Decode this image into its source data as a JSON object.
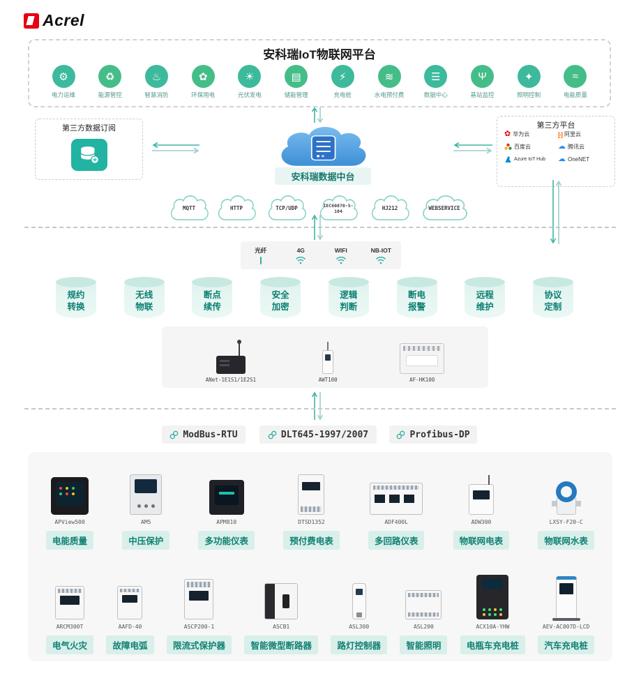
{
  "logo": {
    "brand": "Acrel"
  },
  "platform": {
    "title": "安科瑞IoT物联网平台",
    "apps": [
      {
        "label": "电力运维",
        "glyph": "⚙"
      },
      {
        "label": "能源管控",
        "glyph": "♻"
      },
      {
        "label": "智慧消防",
        "glyph": "♨"
      },
      {
        "label": "环保用电",
        "glyph": "✿"
      },
      {
        "label": "光伏发电",
        "glyph": "☀"
      },
      {
        "label": "储能管理",
        "glyph": "▤"
      },
      {
        "label": "充电桩",
        "glyph": "⚡"
      },
      {
        "label": "水电预付费",
        "glyph": "≋"
      },
      {
        "label": "数据中心",
        "glyph": "☰"
      },
      {
        "label": "基站监控",
        "glyph": "Ψ"
      },
      {
        "label": "照明控制",
        "glyph": "✦"
      },
      {
        "label": "电能质量",
        "glyph": "≈"
      }
    ]
  },
  "dataHub": {
    "leftBoxTitle": "第三方数据订阅",
    "centerLabel": "安科瑞数据中台",
    "rightBoxTitle": "第三方平台",
    "providers": [
      {
        "name": "华为云",
        "glyph": "✿"
      },
      {
        "name": "阿里云",
        "glyph": "[-]"
      },
      {
        "name": "百度云",
        "glyph": ""
      },
      {
        "name": "腾讯云",
        "glyph": "☁"
      },
      {
        "name": "Azure IoT Hub",
        "glyph": ""
      },
      {
        "name": "OneNET",
        "glyph": "☁"
      }
    ]
  },
  "protocolClouds": [
    "MQTT",
    "HTTP",
    "TCP/UDP",
    "IEC60870-5-104",
    "HJ212",
    "WEBSERVICE"
  ],
  "connectivity": [
    "光纤",
    "4G",
    "WIFI",
    "NB-IOT"
  ],
  "features": [
    "规约转换",
    "无线物联",
    "断点续传",
    "安全加密",
    "逻辑判断",
    "断电报警",
    "远程维护",
    "协议定制"
  ],
  "gateways": [
    {
      "model": "ANet-1E1S1/1E2S1"
    },
    {
      "model": "AWT100"
    },
    {
      "model": "AF-HK100"
    }
  ],
  "busProtocols": [
    "ModBus-RTU",
    "DLT645-1997/2007",
    "Profibus-DP"
  ],
  "devices": {
    "row1": [
      {
        "model": "APView500",
        "label": "电能质量"
      },
      {
        "model": "AM5",
        "label": "中压保护"
      },
      {
        "model": "APM810",
        "label": "多功能仪表"
      },
      {
        "model": "DTSD1352",
        "label": "预付费电表"
      },
      {
        "model": "ADF400L",
        "label": "多回路仪表"
      },
      {
        "model": "ADW300",
        "label": "物联网电表"
      },
      {
        "model": "LXSY-F20-C",
        "label": "物联网水表"
      }
    ],
    "row2": [
      {
        "model": "ARCM300T",
        "label": "电气火灾"
      },
      {
        "model": "AAFD-40",
        "label": "故障电弧"
      },
      {
        "model": "ASCP200-1",
        "label": "限流式保护器"
      },
      {
        "model": "ASCB1",
        "label": "智能微型断路器"
      },
      {
        "model": "ASL300",
        "label": "路灯控制器"
      },
      {
        "model": "ASL200",
        "label": "智能照明"
      },
      {
        "model": "ACX10A-YHW",
        "label": "电瓶车充电桩"
      },
      {
        "model": "AEV-AC007D-LCD",
        "label": "汽车充电桩"
      }
    ]
  }
}
